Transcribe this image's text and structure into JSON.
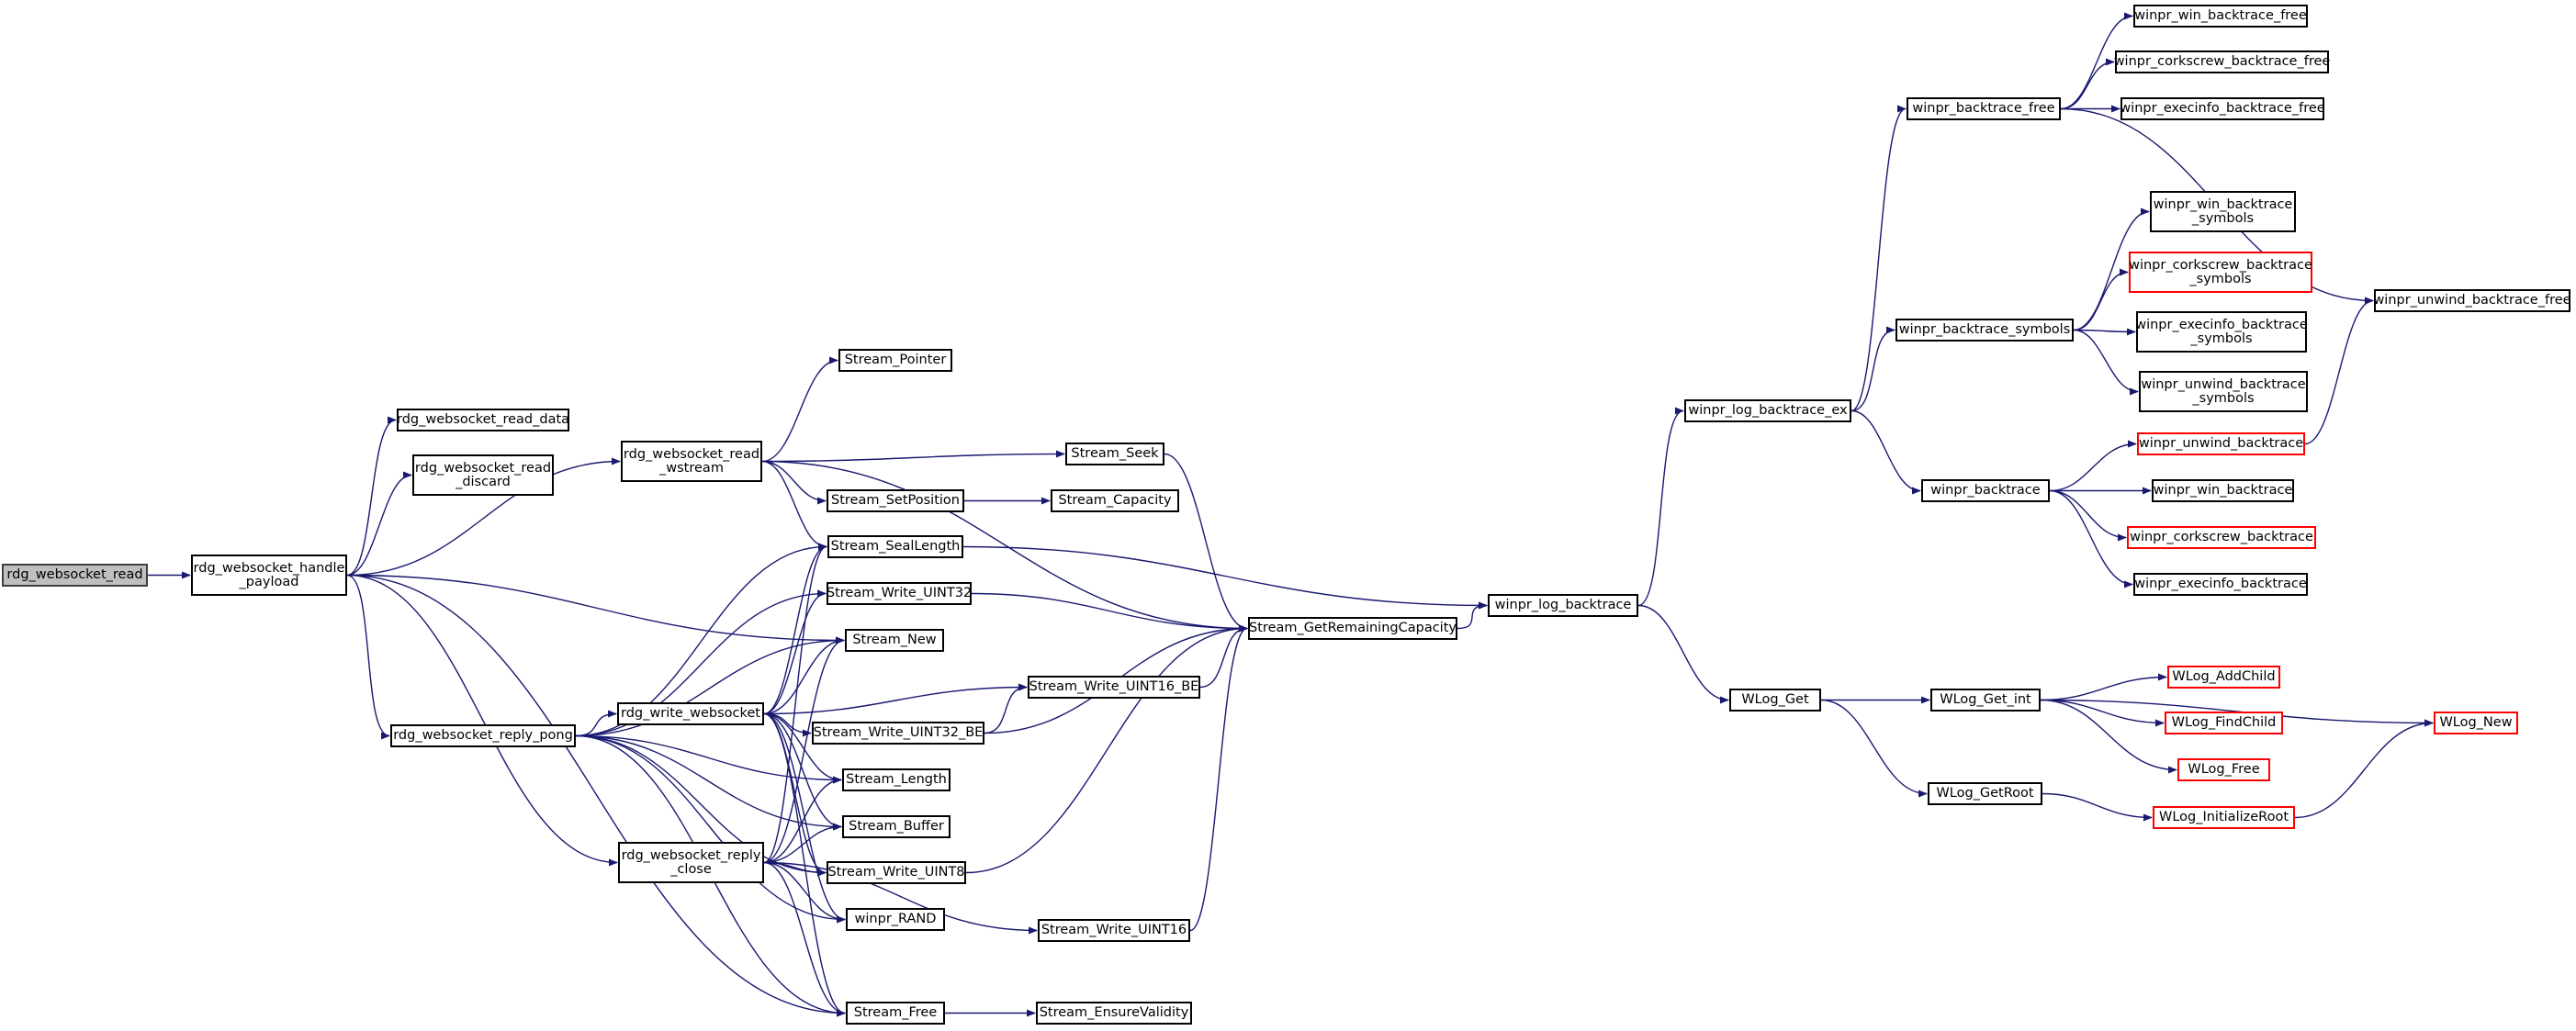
{
  "graph": {
    "kind": "call graph",
    "edge_color": "#191970",
    "current_node_color": "#bfbfbf",
    "truncated_border_color": "#ff0000",
    "nodes": [
      {
        "id": "rdg_websocket_read",
        "label": "rdg_websocket_read",
        "current": true
      },
      {
        "id": "rdg_websocket_handle_payload",
        "label": "rdg_websocket_handle\n_payload"
      },
      {
        "id": "rdg_websocket_read_data",
        "label": "rdg_websocket_read_data"
      },
      {
        "id": "rdg_websocket_read_discard",
        "label": "rdg_websocket_read\n_discard"
      },
      {
        "id": "rdg_websocket_read_wstream",
        "label": "rdg_websocket_read\n_wstream"
      },
      {
        "id": "rdg_websocket_reply_pong",
        "label": "rdg_websocket_reply_pong"
      },
      {
        "id": "rdg_websocket_reply_close",
        "label": "rdg_websocket_reply\n_close"
      },
      {
        "id": "rdg_write_websocket",
        "label": "rdg_write_websocket"
      },
      {
        "id": "Stream_Pointer",
        "label": "Stream_Pointer"
      },
      {
        "id": "Stream_Seek",
        "label": "Stream_Seek"
      },
      {
        "id": "Stream_SetPosition",
        "label": "Stream_SetPosition"
      },
      {
        "id": "Stream_Capacity",
        "label": "Stream_Capacity"
      },
      {
        "id": "Stream_SealLength",
        "label": "Stream_SealLength"
      },
      {
        "id": "Stream_Write_UINT32",
        "label": "Stream_Write_UINT32"
      },
      {
        "id": "Stream_New",
        "label": "Stream_New"
      },
      {
        "id": "Stream_Write_UINT16_BE",
        "label": "Stream_Write_UINT16_BE"
      },
      {
        "id": "Stream_Write_UINT32_BE",
        "label": "Stream_Write_UINT32_BE"
      },
      {
        "id": "Stream_Length",
        "label": "Stream_Length"
      },
      {
        "id": "Stream_Buffer",
        "label": "Stream_Buffer"
      },
      {
        "id": "Stream_Write_UINT8",
        "label": "Stream_Write_UINT8"
      },
      {
        "id": "winpr_RAND",
        "label": "winpr_RAND"
      },
      {
        "id": "Stream_Write_UINT16",
        "label": "Stream_Write_UINT16"
      },
      {
        "id": "Stream_Free",
        "label": "Stream_Free"
      },
      {
        "id": "Stream_EnsureValidity",
        "label": "Stream_EnsureValidity"
      },
      {
        "id": "Stream_GetRemainingCapacity",
        "label": "Stream_GetRemainingCapacity"
      },
      {
        "id": "winpr_log_backtrace",
        "label": "winpr_log_backtrace"
      },
      {
        "id": "winpr_log_backtrace_ex",
        "label": "winpr_log_backtrace_ex"
      },
      {
        "id": "WLog_Get",
        "label": "WLog_Get"
      },
      {
        "id": "winpr_backtrace_free",
        "label": "winpr_backtrace_free"
      },
      {
        "id": "winpr_backtrace_symbols",
        "label": "winpr_backtrace_symbols"
      },
      {
        "id": "winpr_backtrace",
        "label": "winpr_backtrace"
      },
      {
        "id": "WLog_Get_int",
        "label": "WLog_Get_int"
      },
      {
        "id": "WLog_GetRoot",
        "label": "WLog_GetRoot"
      },
      {
        "id": "winpr_win_backtrace_free",
        "label": "winpr_win_backtrace_free"
      },
      {
        "id": "winpr_corkscrew_backtrace_free",
        "label": "winpr_corkscrew_backtrace_free"
      },
      {
        "id": "winpr_execinfo_backtrace_free",
        "label": "winpr_execinfo_backtrace_free"
      },
      {
        "id": "winpr_win_backtrace_symbols",
        "label": "winpr_win_backtrace\n_symbols"
      },
      {
        "id": "winpr_corkscrew_backtrace_symbols",
        "label": "winpr_corkscrew_backtrace\n_symbols",
        "truncated": true
      },
      {
        "id": "winpr_execinfo_backtrace_symbols",
        "label": "winpr_execinfo_backtrace\n_symbols"
      },
      {
        "id": "winpr_unwind_backtrace_symbols",
        "label": "winpr_unwind_backtrace\n_symbols"
      },
      {
        "id": "winpr_unwind_backtrace",
        "label": "winpr_unwind_backtrace",
        "truncated": true
      },
      {
        "id": "winpr_win_backtrace",
        "label": "winpr_win_backtrace"
      },
      {
        "id": "winpr_corkscrew_backtrace",
        "label": "winpr_corkscrew_backtrace",
        "truncated": true
      },
      {
        "id": "winpr_execinfo_backtrace",
        "label": "winpr_execinfo_backtrace"
      },
      {
        "id": "winpr_unwind_backtrace_free",
        "label": "winpr_unwind_backtrace_free"
      },
      {
        "id": "WLog_AddChild",
        "label": "WLog_AddChild",
        "truncated": true
      },
      {
        "id": "WLog_FindChild",
        "label": "WLog_FindChild",
        "truncated": true
      },
      {
        "id": "WLog_Free",
        "label": "WLog_Free",
        "truncated": true
      },
      {
        "id": "WLog_InitializeRoot",
        "label": "WLog_InitializeRoot",
        "truncated": true
      },
      {
        "id": "WLog_New",
        "label": "WLog_New",
        "truncated": true
      }
    ],
    "edges": [
      [
        "rdg_websocket_read",
        "rdg_websocket_handle_payload"
      ],
      [
        "rdg_websocket_handle_payload",
        "rdg_websocket_read_data"
      ],
      [
        "rdg_websocket_handle_payload",
        "rdg_websocket_read_discard"
      ],
      [
        "rdg_websocket_handle_payload",
        "rdg_websocket_read_wstream"
      ],
      [
        "rdg_websocket_handle_payload",
        "Stream_New"
      ],
      [
        "rdg_websocket_handle_payload",
        "rdg_websocket_reply_pong"
      ],
      [
        "rdg_websocket_handle_payload",
        "rdg_websocket_reply_close"
      ],
      [
        "rdg_websocket_handle_payload",
        "Stream_Free"
      ],
      [
        "rdg_websocket_read_wstream",
        "Stream_Pointer"
      ],
      [
        "rdg_websocket_read_wstream",
        "Stream_GetRemainingCapacity"
      ],
      [
        "rdg_websocket_read_wstream",
        "Stream_Seek"
      ],
      [
        "rdg_websocket_read_wstream",
        "Stream_SetPosition"
      ],
      [
        "rdg_websocket_read_wstream",
        "Stream_SealLength"
      ],
      [
        "Stream_Seek",
        "Stream_GetRemainingCapacity"
      ],
      [
        "Stream_SetPosition",
        "Stream_Capacity"
      ],
      [
        "Stream_SealLength",
        "winpr_log_backtrace"
      ],
      [
        "Stream_Write_UINT32",
        "Stream_GetRemainingCapacity"
      ],
      [
        "Stream_Write_UINT16_BE",
        "Stream_GetRemainingCapacity"
      ],
      [
        "Stream_Write_UINT32_BE",
        "Stream_GetRemainingCapacity"
      ],
      [
        "Stream_Write_UINT32_BE",
        "Stream_Write_UINT16_BE"
      ],
      [
        "Stream_Write_UINT8",
        "Stream_GetRemainingCapacity"
      ],
      [
        "Stream_Write_UINT16",
        "Stream_GetRemainingCapacity"
      ],
      [
        "Stream_Free",
        "Stream_EnsureValidity"
      ],
      [
        "Stream_GetRemainingCapacity",
        "winpr_log_backtrace"
      ],
      [
        "rdg_websocket_reply_pong",
        "Stream_SealLength"
      ],
      [
        "rdg_websocket_reply_pong",
        "Stream_Write_UINT32"
      ],
      [
        "rdg_websocket_reply_pong",
        "Stream_New"
      ],
      [
        "rdg_websocket_reply_pong",
        "rdg_write_websocket"
      ],
      [
        "rdg_websocket_reply_pong",
        "Stream_Length"
      ],
      [
        "rdg_websocket_reply_pong",
        "Stream_Buffer"
      ],
      [
        "rdg_websocket_reply_pong",
        "Stream_Write_UINT8"
      ],
      [
        "rdg_websocket_reply_pong",
        "winpr_RAND"
      ],
      [
        "rdg_websocket_reply_pong",
        "Stream_Free"
      ],
      [
        "rdg_write_websocket",
        "Stream_SealLength"
      ],
      [
        "rdg_write_websocket",
        "Stream_Write_UINT32"
      ],
      [
        "rdg_write_websocket",
        "Stream_New"
      ],
      [
        "rdg_write_websocket",
        "Stream_Write_UINT16_BE"
      ],
      [
        "rdg_write_websocket",
        "Stream_Write_UINT32_BE"
      ],
      [
        "rdg_write_websocket",
        "Stream_Length"
      ],
      [
        "rdg_write_websocket",
        "Stream_Buffer"
      ],
      [
        "rdg_write_websocket",
        "Stream_Write_UINT8"
      ],
      [
        "rdg_write_websocket",
        "winpr_RAND"
      ],
      [
        "rdg_write_websocket",
        "Stream_Free"
      ],
      [
        "rdg_websocket_reply_close",
        "Stream_SealLength"
      ],
      [
        "rdg_websocket_reply_close",
        "Stream_New"
      ],
      [
        "rdg_websocket_reply_close",
        "Stream_Length"
      ],
      [
        "rdg_websocket_reply_close",
        "Stream_Buffer"
      ],
      [
        "rdg_websocket_reply_close",
        "Stream_Write_UINT8"
      ],
      [
        "rdg_websocket_reply_close",
        "winpr_RAND"
      ],
      [
        "rdg_websocket_reply_close",
        "Stream_Write_UINT16"
      ],
      [
        "rdg_websocket_reply_close",
        "Stream_Free"
      ],
      [
        "winpr_log_backtrace",
        "winpr_log_backtrace_ex"
      ],
      [
        "winpr_log_backtrace",
        "WLog_Get"
      ],
      [
        "winpr_log_backtrace_ex",
        "winpr_backtrace_free"
      ],
      [
        "winpr_log_backtrace_ex",
        "winpr_backtrace_symbols"
      ],
      [
        "winpr_log_backtrace_ex",
        "winpr_backtrace"
      ],
      [
        "winpr_backtrace_free",
        "winpr_win_backtrace_free"
      ],
      [
        "winpr_backtrace_free",
        "winpr_corkscrew_backtrace_free"
      ],
      [
        "winpr_backtrace_free",
        "winpr_execinfo_backtrace_free"
      ],
      [
        "winpr_backtrace_free",
        "winpr_unwind_backtrace_free"
      ],
      [
        "winpr_backtrace_symbols",
        "winpr_win_backtrace_symbols"
      ],
      [
        "winpr_backtrace_symbols",
        "winpr_corkscrew_backtrace_symbols"
      ],
      [
        "winpr_backtrace_symbols",
        "winpr_execinfo_backtrace_symbols"
      ],
      [
        "winpr_backtrace_symbols",
        "winpr_unwind_backtrace_symbols"
      ],
      [
        "winpr_backtrace",
        "winpr_unwind_backtrace"
      ],
      [
        "winpr_backtrace",
        "winpr_win_backtrace"
      ],
      [
        "winpr_backtrace",
        "winpr_corkscrew_backtrace"
      ],
      [
        "winpr_backtrace",
        "winpr_execinfo_backtrace"
      ],
      [
        "winpr_unwind_backtrace",
        "winpr_unwind_backtrace_free"
      ],
      [
        "WLog_Get",
        "WLog_Get_int"
      ],
      [
        "WLog_Get",
        "WLog_GetRoot"
      ],
      [
        "WLog_Get_int",
        "WLog_AddChild"
      ],
      [
        "WLog_Get_int",
        "WLog_FindChild"
      ],
      [
        "WLog_Get_int",
        "WLog_Free"
      ],
      [
        "WLog_Get_int",
        "WLog_New"
      ],
      [
        "WLog_GetRoot",
        "WLog_InitializeRoot"
      ],
      [
        "WLog_InitializeRoot",
        "WLog_New"
      ]
    ]
  }
}
